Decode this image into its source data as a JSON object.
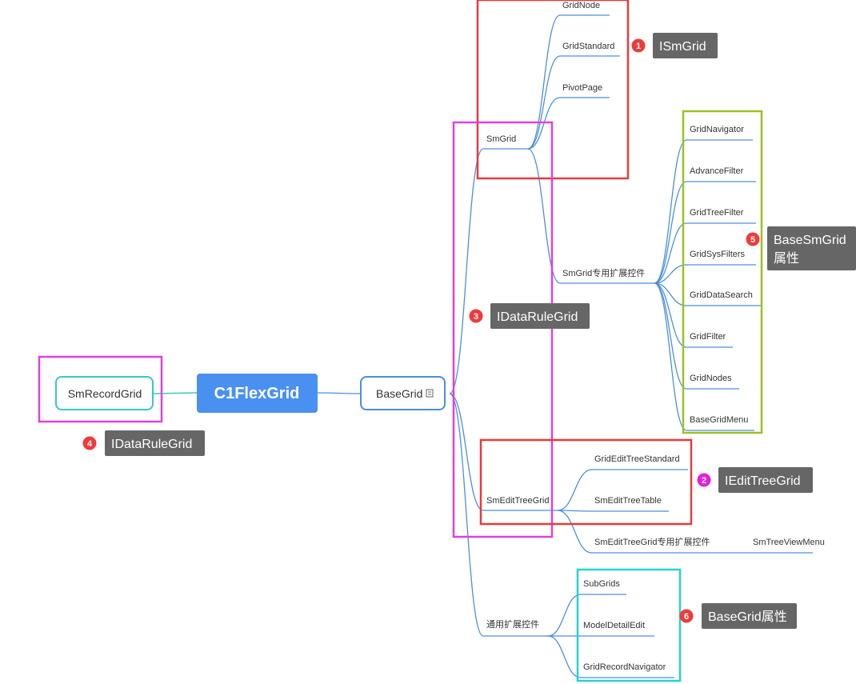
{
  "colors": {
    "edge": "#4a8fe0",
    "root_fill": "#4a90f0",
    "teal": "#35c9c4",
    "callout_bg": "#666666",
    "badge_red": "#f03a3a",
    "badge_magenta": "#e020e0",
    "box_red": "#e83a3a",
    "box_magenta": "#e040e0",
    "box_green": "#9ac21e",
    "box_cyan": "#22d4d4"
  },
  "root": {
    "label": "C1FlexGrid"
  },
  "left_node": {
    "label": "SmRecordGrid"
  },
  "main_node": {
    "label": "BaseGrid",
    "collapse_icon": "collapse-icon"
  },
  "smgrid": {
    "label": "SmGrid",
    "children": [
      "GridNode",
      "GridStandard",
      "PivotPage"
    ],
    "ext": {
      "label": "SmGrid专用扩展控件",
      "children": [
        "GridNavigator",
        "AdvanceFilter",
        "GridTreeFilter",
        "GridSysFilters",
        "GridDataSearch",
        "GridFilter",
        "GridNodes",
        "BaseGridMenu"
      ]
    }
  },
  "smedittreegrid": {
    "label": "SmEditTreeGrid",
    "children": [
      "GridEditTreeStandard",
      "SmEditTreeTable"
    ],
    "ext": {
      "label": "SmEditTreeGrid专用扩展控件",
      "children": [
        "SmTreeViewMenu"
      ]
    }
  },
  "common_ext": {
    "label": "通用扩展控件",
    "children": [
      "SubGrids",
      "ModelDetailEdit",
      "GridRecordNavigator"
    ]
  },
  "callouts": [
    {
      "num": "1",
      "lines": [
        "ISmGrid"
      ],
      "badge_color": "#f03a3a"
    },
    {
      "num": "2",
      "lines": [
        "IEditTreeGrid"
      ],
      "badge_color": "#e020e0"
    },
    {
      "num": "3",
      "lines": [
        "IDataRuleGrid"
      ],
      "badge_color": "#f03a3a"
    },
    {
      "num": "4",
      "lines": [
        "IDataRuleGrid"
      ],
      "badge_color": "#f03a3a"
    },
    {
      "num": "5",
      "lines": [
        "BaseSmGrid",
        "属性"
      ],
      "badge_color": "#f03a3a"
    },
    {
      "num": "6",
      "lines": [
        "BaseGrid属性"
      ],
      "badge_color": "#f03a3a"
    }
  ]
}
